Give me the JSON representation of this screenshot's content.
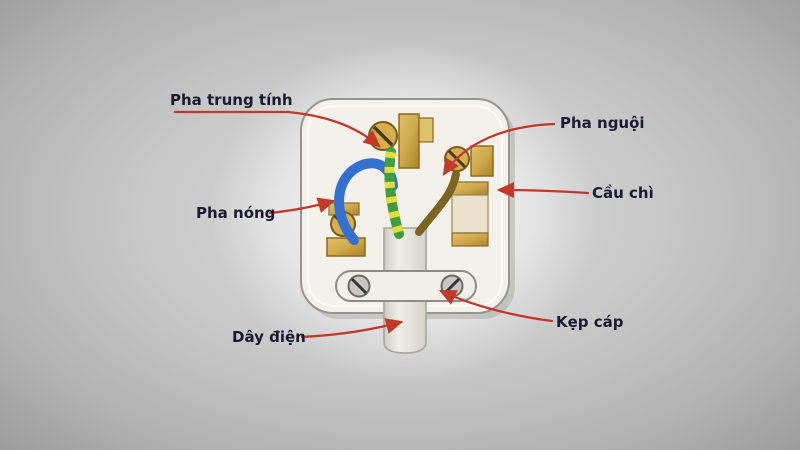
{
  "figure": {
    "type": "labeled-diagram",
    "subject": "three-pin-plug-wiring",
    "labels": {
      "neutral": "Pha trung tính",
      "cold": "Pha nguội",
      "hot": "Pha nóng",
      "fuse": "Cầu chì",
      "clamp": "Kẹp cáp",
      "cable": "Dây điện"
    },
    "colors": {
      "arrow": "#c0392b",
      "label_text": "#1a1a33",
      "plug_body": "#f4f1ea",
      "brass_terminal": "#cfa94c",
      "wire_neutral_green": "#3f9e3f",
      "wire_neutral_yellow": "#e3de3c",
      "wire_hot_blue": "#3470cf",
      "wire_cold_brown": "#7d6420",
      "cable_sheath": "#e9e7e0",
      "background": "#c9c9c9"
    }
  }
}
